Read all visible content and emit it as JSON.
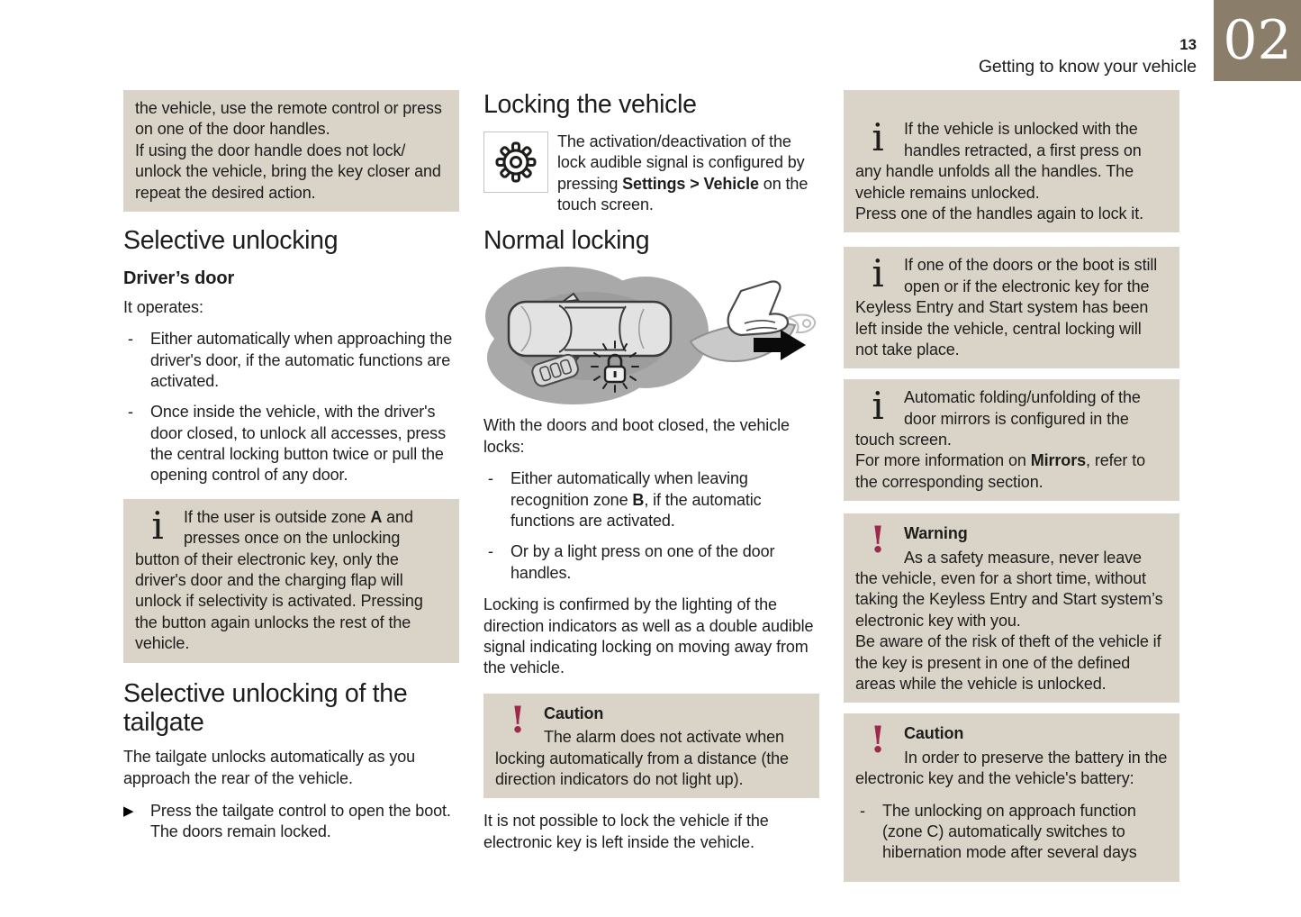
{
  "header": {
    "page_number": "13",
    "section_title": "Getting to know your vehicle",
    "chapter_badge": "02"
  },
  "icons": {
    "info_glyph": "i",
    "alert_glyph": "!",
    "arrow_bullet_glyph": "▶"
  },
  "colors": {
    "chapter_badge_bg": "#8a7e6b",
    "box_bg": "#d9d3c8",
    "alert_icon": "#9d2a4d"
  },
  "left_column": {
    "carryover_box_text": "the vehicle, use the remote control or press on one of the door handles.\nIf using the door handle does not lock/ unlock the vehicle, bring the key closer and repeat the desired action.",
    "heading_selective_unlocking": "Selective unlocking",
    "subheading_drivers_door": "Driver’s door",
    "operates_intro": "It operates:",
    "operates_list": [
      "Either automatically when approaching the driver's door, if the automatic functions are activated.",
      "Once inside the vehicle, with the driver's door closed, to unlock all accesses, press the central locking button twice or pull the opening control of any door."
    ],
    "zone_a_note": [
      [
        "If the user is outside zone ",
        false
      ],
      [
        "A",
        true
      ],
      [
        " and presses once on the unlocking button of their electronic key, only the driver's door and the charging flap will unlock if selectivity is activated. Pressing the button again unlocks the rest of the vehicle.",
        false
      ]
    ],
    "heading_tailgate": "Selective unlocking of the tailgate",
    "tailgate_text": "The tailgate unlocks automatically as you approach the rear of the vehicle.",
    "tailgate_action": "Press the tailgate control to open the boot. The doors remain locked."
  },
  "middle_column": {
    "heading_locking": "Locking the vehicle",
    "gear_paragraph": [
      [
        "The activation/deactivation of the lock audible signal is configured by pressing ",
        false
      ],
      [
        "Settings > Vehicle",
        true
      ],
      [
        " on the touch screen.",
        false
      ]
    ],
    "heading_normal_locking": "Normal locking",
    "locks_intro": "With the doors and boot closed, the vehicle locks:",
    "locks_list": [
      [
        [
          "Either automatically when leaving recognition zone ",
          false
        ],
        [
          "B",
          true
        ],
        [
          ", if the automatic functions are activated.",
          false
        ]
      ],
      [
        [
          "Or by a light press on one of the door handles.",
          false
        ]
      ]
    ],
    "confirmation_text": "Locking is confirmed by the lighting of the direction indicators as well as a double audible signal indicating locking on moving away from the vehicle.",
    "caution_title": "Caution",
    "caution_text": "The alarm does not activate when locking automatically from a distance (the direction indicators do not light up).",
    "not_possible_text": "It is not possible to lock the vehicle if the electronic key is left inside the vehicle."
  },
  "right_column": {
    "handles_note": "If the vehicle is unlocked with the handles retracted, a first press on any handle unfolds all the handles. The vehicle remains unlocked.\nPress one of the handles again to lock it.",
    "doors_open_note": "If one of the doors or the boot is still open or if the electronic key for the Keyless Entry and Start system has been left inside the vehicle, central locking will not take place.",
    "mirrors_note": [
      [
        "Automatic folding/unfolding of the door mirrors is configured in the touch screen.\nFor more information on ",
        false
      ],
      [
        "Mirrors",
        true
      ],
      [
        ", refer to the corresponding section.",
        false
      ]
    ],
    "warning_title": "Warning",
    "warning_text": "As a safety measure, never leave the vehicle, even for a short time, without taking the Keyless Entry and Start system’s electronic key with you.\nBe aware of the risk of theft of the vehicle if the key is present in one of the defined areas while the vehicle is unlocked.",
    "caution_title": "Caution",
    "caution_intro": "In order to preserve the battery in the electronic key and the vehicle's battery:",
    "caution_list": [
      "The unlocking on approach function (zone C) automatically switches to hibernation mode after several days"
    ]
  }
}
